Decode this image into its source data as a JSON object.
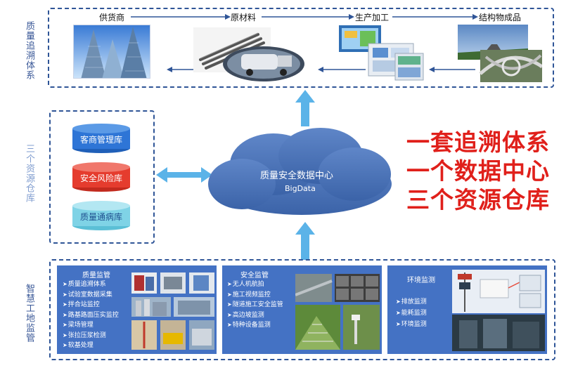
{
  "traceability": {
    "side_label": "质量追溯体系",
    "chain": [
      "供货商",
      "原材料",
      "生产加工",
      "结构物成品"
    ]
  },
  "resources": {
    "side_label": "三个资源仓库",
    "databases": [
      {
        "label": "客商管理库",
        "color": "#2e75d6"
      },
      {
        "label": "安全风险库",
        "color": "#e53c2e"
      },
      {
        "label": "质量通病库",
        "color": "#7fd3e6"
      }
    ]
  },
  "data_center": {
    "title": "质量安全数据中心",
    "subtitle": "BigData"
  },
  "slogan": [
    "一套追溯体系",
    "一个数据中心",
    "三个资源仓库"
  ],
  "monitoring": {
    "side_label": "智慧工地监管",
    "panels": [
      {
        "title": "质量监管",
        "items": [
          "质量追溯体系",
          "试验室数据采集",
          "拌合站监控",
          "路基路面压实监控",
          "梁场管理",
          "张拉压浆检测",
          "软基处理"
        ]
      },
      {
        "title": "安全监管",
        "items": [
          "无人机航拍",
          "施工视频监控",
          "隧道施工安全监管",
          "高边坡监测",
          "特种设备监测"
        ]
      },
      {
        "title": "环境监测",
        "items": [
          "排放监测",
          "能耗监测",
          "环境监测"
        ]
      }
    ]
  }
}
